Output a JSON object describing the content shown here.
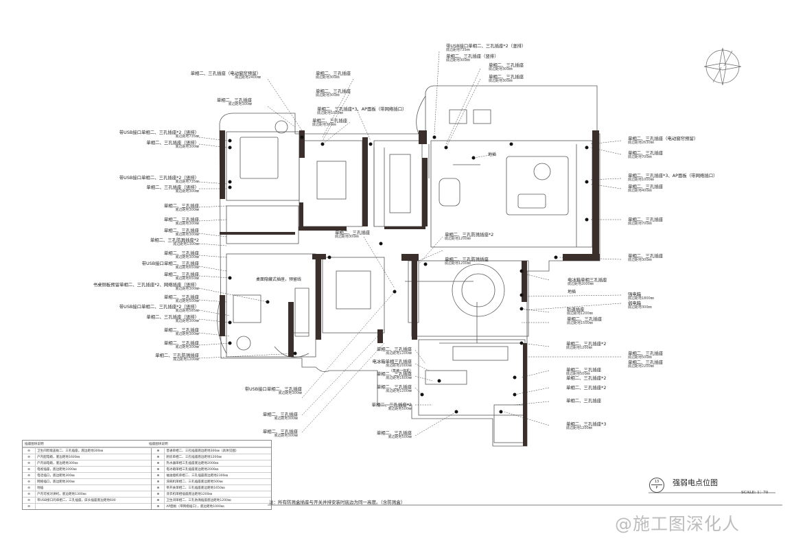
{
  "drawing": {
    "title": "强弱电点位图",
    "scale": "SCALE: 1：70",
    "sheet_number_top": "13",
    "sheet_number_bottom": "P",
    "note": "注：所有防溅盒插座与开关并排安装时底边为同一高度。（含防溅盒）",
    "watermark": "@施工图深化人"
  },
  "labels_left": [
    {
      "main": "单相二、三孔插座（电动窗帘预留）",
      "sub": "底边距地2400㎜"
    },
    {
      "main": "单相二、三孔插座",
      "sub": "底边距地300㎜"
    },
    {
      "main": "带USB接口单相二、三孔插座*2（竖排）",
      "sub": "底边距地735㎜"
    },
    {
      "main": "单相二、三孔插座（竖排）",
      "sub": "底边距地300㎜"
    },
    {
      "main": "带USB接口单相二、三孔插座*2（竖排）",
      "sub": "底边距地735㎜"
    },
    {
      "main": "单相二、三孔插座（竖排）",
      "sub": "底边距地300㎜"
    },
    {
      "main": "单相二、三孔插座",
      "sub": "底边距地300㎜"
    },
    {
      "main": "单相二、三孔插座",
      "sub": "底边距地300㎜"
    },
    {
      "main": "单相二、三孔插座",
      "sub": "底边距地300㎜"
    },
    {
      "main": "单相二、三孔防溅插座*2",
      "sub": "底边距地1300㎜"
    },
    {
      "main": "单相二、三孔插座",
      "sub": "底边距地300㎜"
    },
    {
      "main": "带USB接口单相二、三孔插座",
      "sub": "底边距地650㎜"
    },
    {
      "main": "单相二、三孔插座",
      "sub": "底边距地650㎜"
    },
    {
      "main": "书桌侧板预留单相二、三孔插座*2、网络插座（竖排）",
      "sub": "底边距地300㎜"
    },
    {
      "main": "单相二、三孔插座",
      "sub": "底边距地500㎜"
    },
    {
      "main": "带USB接口单相二、三孔插座*2（竖排）",
      "sub": "底边距地585㎜"
    },
    {
      "main": "单相二、三孔插座（竖排）",
      "sub": "底边距地300㎜"
    },
    {
      "main": "单相二、三孔插座",
      "sub": "底边距地300㎜"
    },
    {
      "main": "单相二、三孔插座",
      "sub": "底边距地300㎜"
    },
    {
      "main": "单相二、三孔防溅插座",
      "sub": "底边距地1200㎜"
    }
  ],
  "labels_top_center": [
    {
      "main": "单相二、三孔插座",
      "sub": "底边距地300㎜"
    },
    {
      "main": "单相二、三孔插座",
      "sub": "底边距地300㎜"
    },
    {
      "main": "单相二、三孔插座*3、AP面板（带网络插口）",
      "sub": "底边距地1000㎜"
    },
    {
      "main": "单相二、三孔插座",
      "sub": "底边距地300㎜"
    }
  ],
  "labels_top_right": [
    {
      "main": "带USB接口单相二、三孔插座*2（竖排）",
      "sub": "底边距地735㎜"
    },
    {
      "main": "单相二、三孔插座（竖排）",
      "sub": "底边距地300㎜"
    },
    {
      "main": "单相二、三孔插座",
      "sub": "底边距地300㎜"
    },
    {
      "main": "单相二、三孔插座",
      "sub": "底边距地300㎜"
    }
  ],
  "labels_right": [
    {
      "main": "单相二、三孔插座（电动窗帘预留）",
      "sub": "底边距地2630㎜"
    },
    {
      "main": "单相二、三孔插座",
      "sub": "底边距地700㎜"
    },
    {
      "main": "单相二、三孔插座*3、AP面板（带网络插口）",
      "sub": "底边距地1000㎜"
    },
    {
      "main": "单相二、三孔插座",
      "sub": "底边距地400㎜"
    },
    {
      "main": "单相二、三孔插座",
      "sub": "底边距地700㎜"
    },
    {
      "main": "单相二、三孔插座",
      "sub": "底边距地300㎜"
    },
    {
      "main": "电冰箱单相三孔插座",
      "sub": "底边距地2000㎜"
    },
    {
      "main": "强电箱",
      "sub": "底边距地1800㎜"
    },
    {
      "main": "弱电箱",
      "sub": "底边距地300㎜"
    },
    {
      "main": "单相二、三孔插座*2",
      "sub": "底边距地1200㎜"
    },
    {
      "main": "单相二、三孔插座",
      "sub": "底边距地500㎜"
    },
    {
      "main": "单相二、三孔插座",
      "sub": "底边距地2200㎜"
    },
    {
      "main": "单相二、三孔插座",
      "sub": "底边距地500㎜"
    },
    {
      "main": "单相二、三孔插座*2",
      "sub": ""
    },
    {
      "main": "单相二、三孔插座*2",
      "sub": ""
    },
    {
      "main": "单相二、三孔插座",
      "sub": ""
    },
    {
      "main": "单相二、三孔插座*3",
      "sub": "底边距地1200㎜"
    }
  ],
  "labels_center_right": [
    {
      "main": "轨道插座",
      "sub": "底边距地1200㎜"
    },
    {
      "main": "单相二、三孔插座",
      "sub": "底边距地1500㎜"
    }
  ],
  "labels_center": [
    {
      "main": "单相二、三孔防溅插座*2",
      "sub": "底边距地1200㎜"
    },
    {
      "main": "单相二、三孔插座",
      "sub": "底边距地300㎜"
    },
    {
      "main": "单相二、三孔防溅插座",
      "sub": "底边距地1200㎜"
    }
  ],
  "labels_bottom_center": [
    {
      "main": "单相二、三孔插座",
      "sub": "底边距地1200㎜"
    },
    {
      "main": "电冰箱单相三孔插座",
      "sub": "底边距地2000㎜"
    },
    {
      "main": "单相二、三孔插座",
      "sub": "底边距地1600㎜"
    },
    {
      "main": "单相二、三孔插座",
      "sub": "底边距地1200㎜"
    },
    {
      "main": "单相二、三孔插座*2",
      "sub": "底边距地500㎜"
    },
    {
      "main": "单相二、三孔插座",
      "sub": "底边距地500㎜"
    },
    {
      "main": "带USB接口单相二、三孔插座",
      "sub": "底边距地300㎜"
    },
    {
      "main": "单相二、三孔插座",
      "sub": "底边距地300㎜"
    },
    {
      "main": "单相二、三孔插座",
      "sub": "底边距地300㎜"
    }
  ],
  "callouts": {
    "desk_socket": "桌面隐藏式插座，预留线",
    "floor_socket_1": "地插",
    "floor_socket_2": "地插",
    "dishwasher_note": "（蒸烤一体机）"
  },
  "legend": {
    "header_left": "插座图块说明",
    "header_right": "插座图块说明",
    "rows_left": [
      "卫生间智能盖板二、三孔插座，底边距地300㎜",
      "户内配电箱，底边距地1600㎜",
      "户内弱电箱，底边距地300㎜",
      "电视插座，底边距地1000㎜",
      "电话插口，底边距地300㎜",
      "网络插口，底边距地300㎜",
      "地插",
      "户内可视对讲机，底边距地1300㎜",
      "带USB接口的单相二、三孔插座，床头插座底边距地600"
    ],
    "rows_right": [
      "普通单相二、三孔插座底边距地300㎜（具体见图）",
      "厨房单相二、三孔插座底边距地1200㎜",
      "热水器单相三孔插座底边距地2000㎜",
      "电冰箱单相三孔插座底边距地2000㎜",
      "抽油烟机单相二、三孔插座底边距地2300㎜",
      "洗碗机单相二、三孔插座底边距地500㎜",
      "带开关单相二、三孔插座底边距地1650㎜",
      "洗衣机单相插座底边距地1200㎜",
      "卫生间单相二、三孔防溅插座底边距地1200㎜",
      "AP面板（带网络插口），底边距地1000㎜"
    ]
  }
}
